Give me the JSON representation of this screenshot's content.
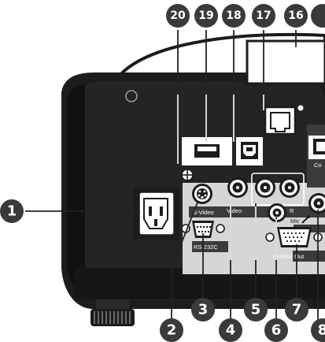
{
  "callouts": [
    "1",
    "2",
    "3",
    "4",
    "5",
    "6",
    "7",
    "8",
    "16",
    "17",
    "18",
    "19",
    "20"
  ],
  "port_labels": {
    "svideo": "S-Video",
    "video": "Video",
    "rs232c": "RS-232C",
    "mic": "Mic",
    "monitor_out": "Monitor Out",
    "r": "R",
    "co": "Co"
  },
  "colors": {
    "body": "#1c1c1c",
    "panel": "#d4d4d4",
    "callout": "#3a3a3a",
    "line": "#222222"
  }
}
